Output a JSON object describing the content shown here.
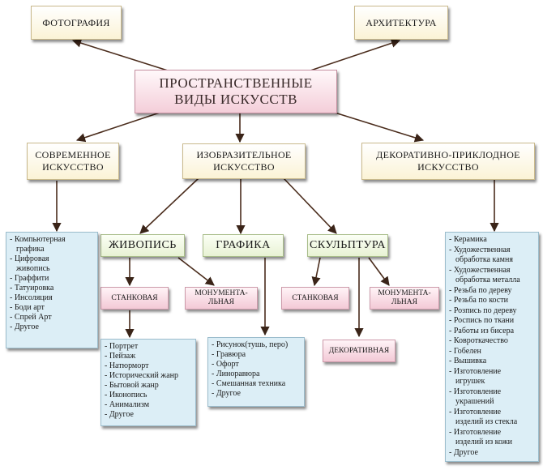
{
  "top": {
    "left": "ФОТОГРАФИЯ",
    "right": "АРХИТЕКТУРА"
  },
  "center": {
    "line1": "ПРОСТРАНСТВЕННЫЕ",
    "line2": "ВИДЫ ИСКУССТВ"
  },
  "categories": {
    "modern": {
      "line1": "СОВРЕМЕННОЕ",
      "line2": "ИСКУССТВО"
    },
    "fine": {
      "line1": "ИЗОБРАЗИТЕЛЬНОЕ",
      "line2": "ИСКУССТВО"
    },
    "decorative": {
      "line1": "ДЕКОРАТИВНО-ПРИКЛОДНОЕ",
      "line2": "ИСКУССТВО"
    }
  },
  "fine_types": {
    "painting": "ЖИВОПИСЬ",
    "graphics": "ГРАФИКА",
    "sculpture": "СКУЛЬПТУРА"
  },
  "subtypes": {
    "painting_easel": "СТАНКОВАЯ",
    "painting_monumental_1": "МОНУМЕНТА-",
    "painting_monumental_2": "ЛЬНАЯ",
    "sculpture_easel": "СТАНКОВАЯ",
    "sculpture_monumental_1": "МОНУМЕНТА-",
    "sculpture_monumental_2": "ЛЬНАЯ",
    "sculpture_decorative": "ДЕКОРАТИВНАЯ"
  },
  "lists": {
    "modern": [
      "- Компьютерная",
      "  графика",
      "- Цифровая",
      "  живопись",
      "- Граффити",
      "- Татуировка",
      "- Инсоляция",
      "- Боди арт",
      "- Спрей Арт",
      "- Другое"
    ],
    "painting": [
      "- Портрет",
      "- Пейзаж",
      "- Натюрморт",
      "- Исторический жанр",
      "- Бытовой жанр",
      "- Иконопись",
      "- Анимализм",
      "- Другое"
    ],
    "graphics": [
      "- Рисунок(тушь, перо)",
      "- Гравюра",
      "- Офорт",
      "- Линоравюра",
      "- Смешанная техника",
      "- Другое"
    ],
    "decorative": [
      "- Керамика",
      "- Художественная",
      "  обработка камня",
      "- Художественная",
      "  обработка металла",
      "- Резьба по дереву",
      "- Резьба по кости",
      "- Розпись по дереву",
      "- Роспись по ткани",
      "- Работы из бисера",
      "- Ковроткачество",
      "- Гобелен",
      "- Вышивка",
      "- Изготовление",
      "  игрушек",
      "- Изготовление",
      "  украшений",
      "- Изготовление",
      "  изделий из стекла",
      "- Изготовление",
      "  изделий из кожи",
      "- Другое"
    ]
  }
}
